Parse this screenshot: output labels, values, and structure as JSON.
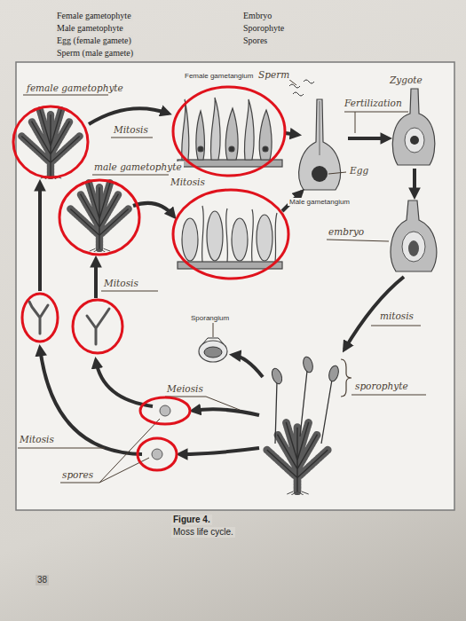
{
  "diagram": {
    "labels": [
      "Female gametophyte",
      "Male gametophyte",
      "Egg (female gamete)",
      "Sperm (male gamete)",
      "Embryo",
      "Sporophyte",
      "Spores",
      "female gametophyte",
      "Female gametangium",
      "Sperm",
      "Zygote",
      "Fertilization",
      "Mitosis",
      "Egg",
      "male gametophyte",
      "Mitosis",
      "Male gametangium",
      "embryo",
      "Mitosis",
      "Sporangium",
      "mitosis",
      "sporophyte",
      "Meiosis",
      "Mitosis",
      "spores",
      "Figure 4.",
      "Moss life cycle.",
      "38"
    ]
  }
}
